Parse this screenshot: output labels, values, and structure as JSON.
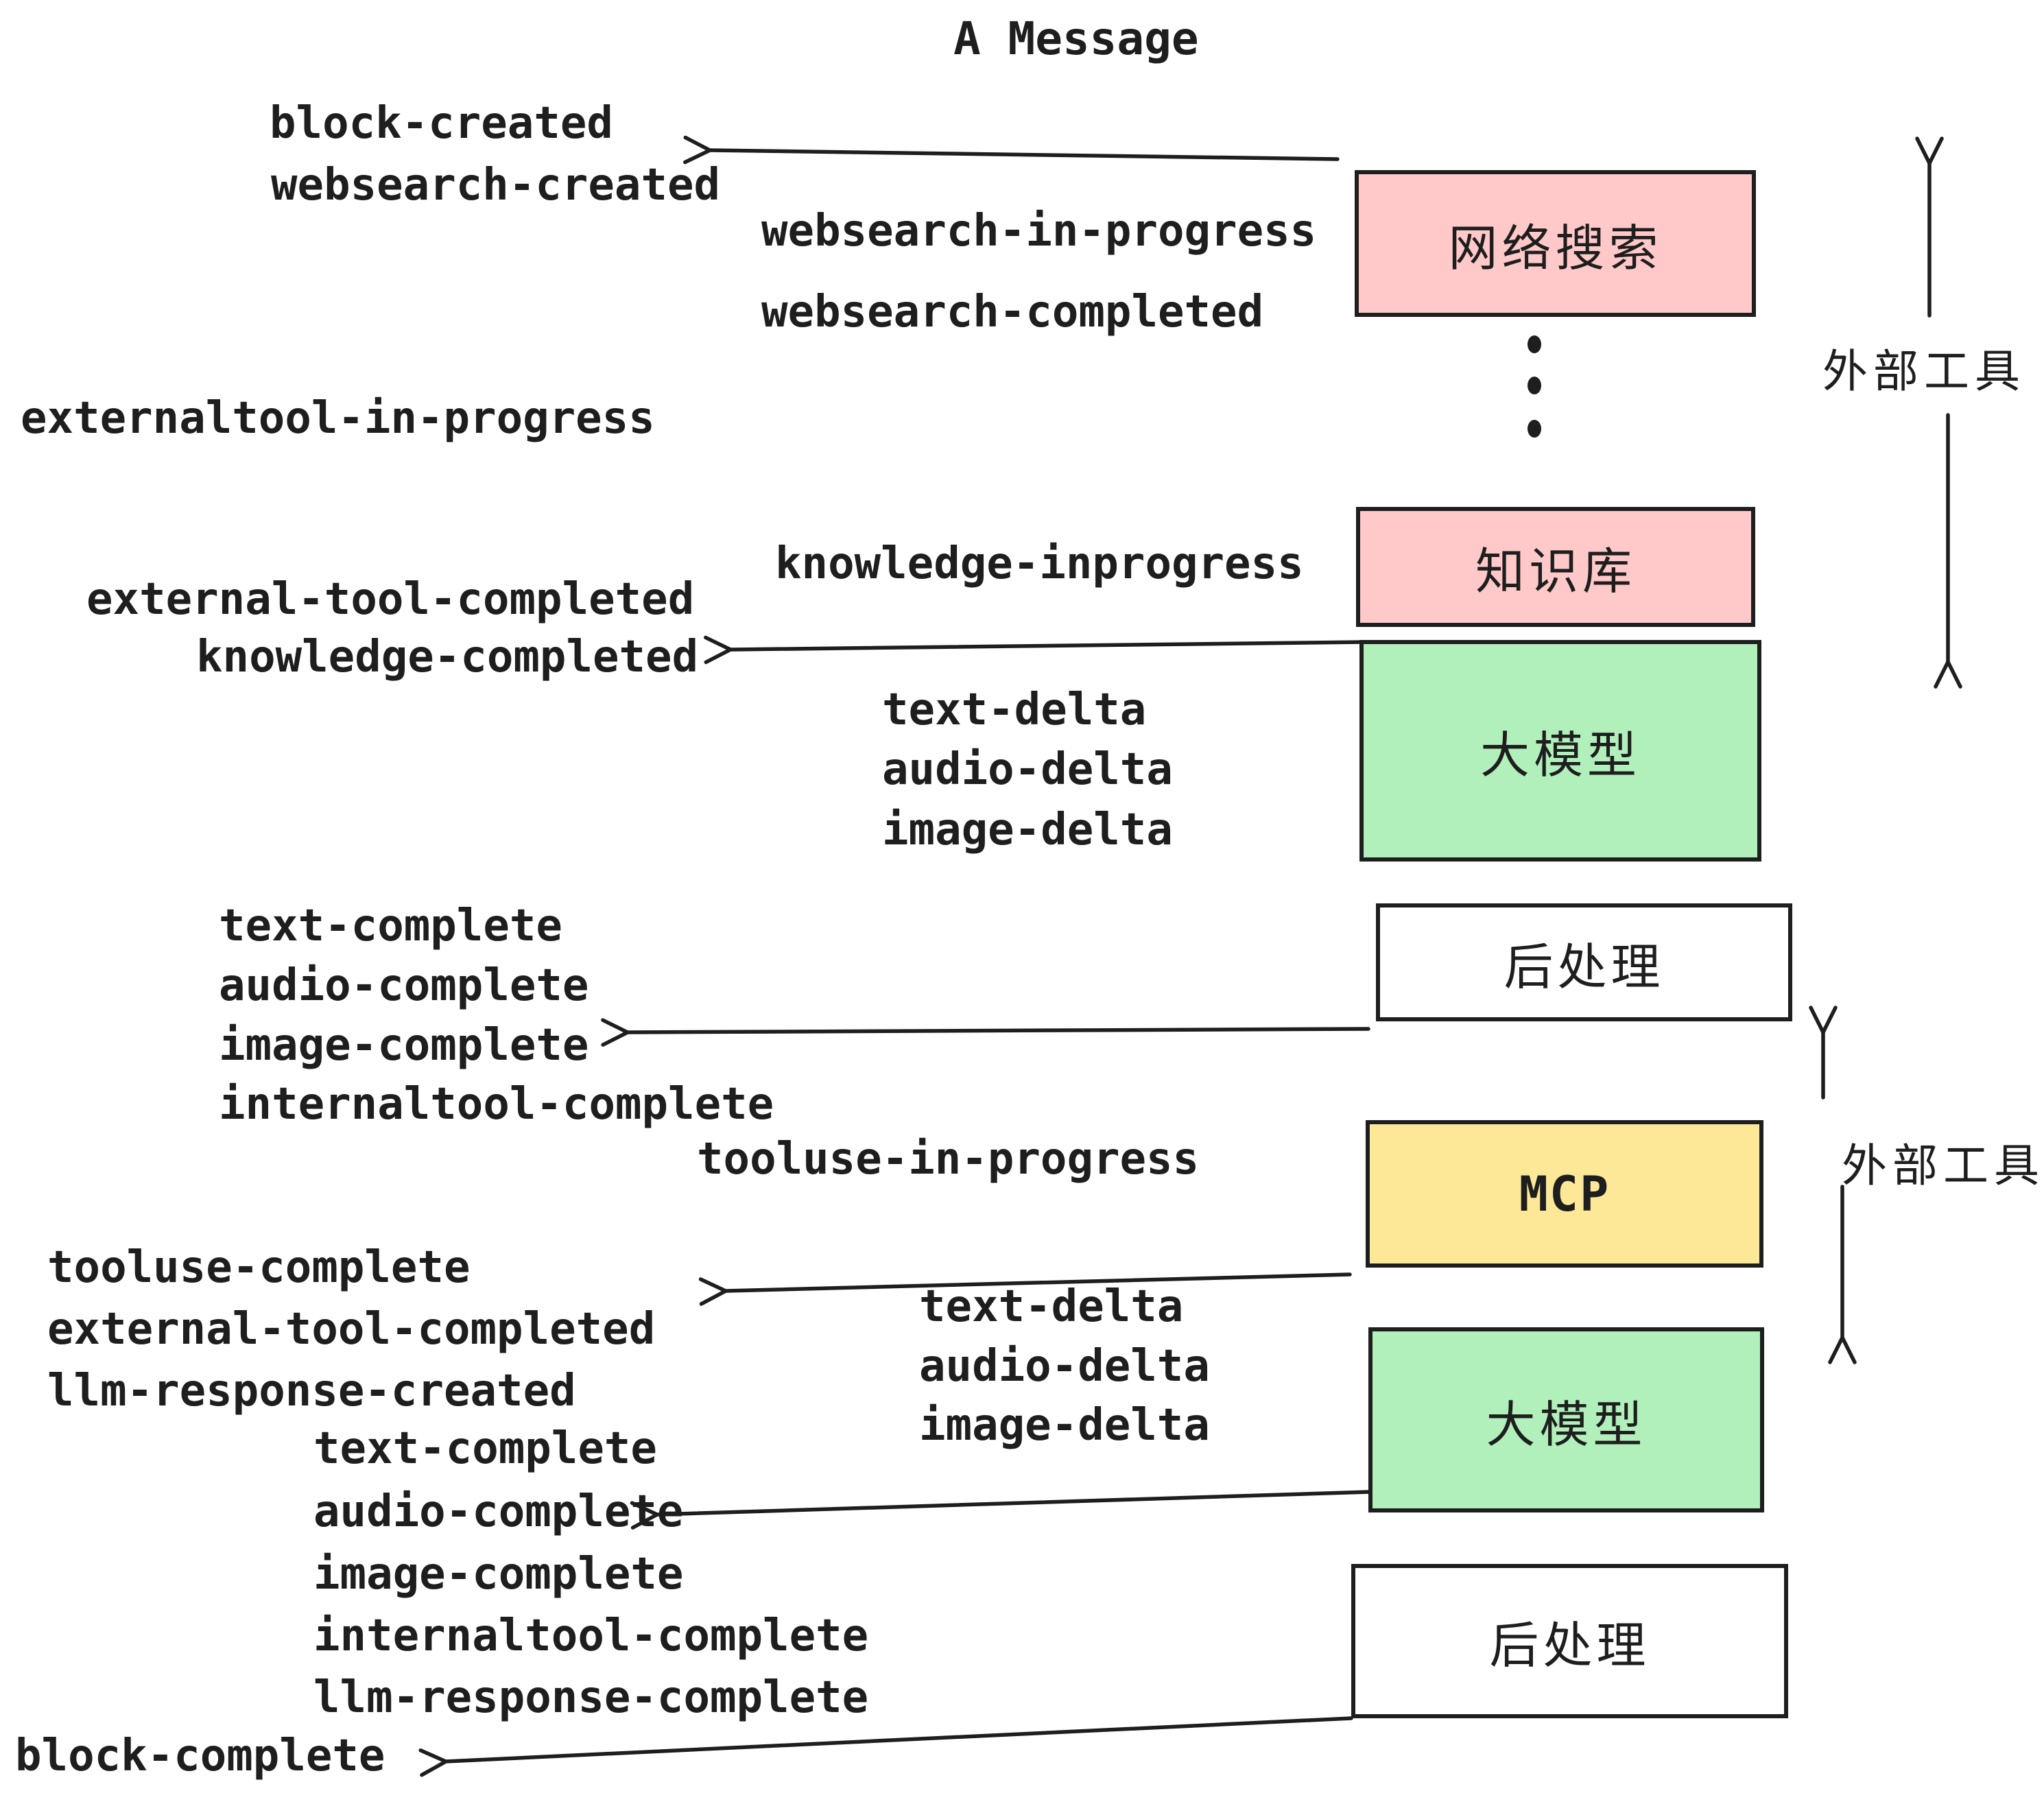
{
  "title": "A Message",
  "events": {
    "block_created": "block-created",
    "websearch_created": "websearch-created",
    "websearch_in_progress": "websearch-in-progress",
    "websearch_completed": "websearch-completed",
    "externaltool_in_progress": "externaltool-in-progress",
    "knowledge_inprogress": "knowledge-inprogress",
    "external_tool_completed": "external-tool-completed",
    "knowledge_completed": "knowledge-completed",
    "text_delta": "text-delta",
    "audio_delta": "audio-delta",
    "image_delta": "image-delta",
    "text_complete": "text-complete",
    "audio_complete": "audio-complete",
    "image_complete": "image-complete",
    "internaltool_complete": "internaltool-complete",
    "tooluse_in_progress": "tooluse-in-progress",
    "tooluse_complete": "tooluse-complete",
    "external_tool_completed_2": "external-tool-completed",
    "llm_response_created": "llm-response-created",
    "text_delta_2": "text-delta",
    "audio_delta_2": "audio-delta",
    "image_delta_2": "image-delta",
    "text_complete_2": "text-complete",
    "audio_complete_2": "audio-complete",
    "image_complete_2": "image-complete",
    "internaltool_complete_2": "internaltool-complete",
    "llm_response_complete": "llm-response-complete",
    "block_complete": "block-complete"
  },
  "boxes": {
    "websearch": "网络搜索",
    "knowledge": "知识库",
    "llm1": "大模型",
    "postprocess1": "后处理",
    "mcp": "MCP",
    "llm2": "大模型",
    "postprocess2": "后处理"
  },
  "side_labels": {
    "external_tools_top": "外部工具",
    "external_tools_bottom": "外部工具"
  },
  "colors": {
    "pink": "#FFC9C9",
    "green": "#B1F0BB",
    "yellow": "#FCE897",
    "white": "#FFFFFF",
    "ink": "#1E1E1E",
    "bg": "#FFFFFF"
  }
}
